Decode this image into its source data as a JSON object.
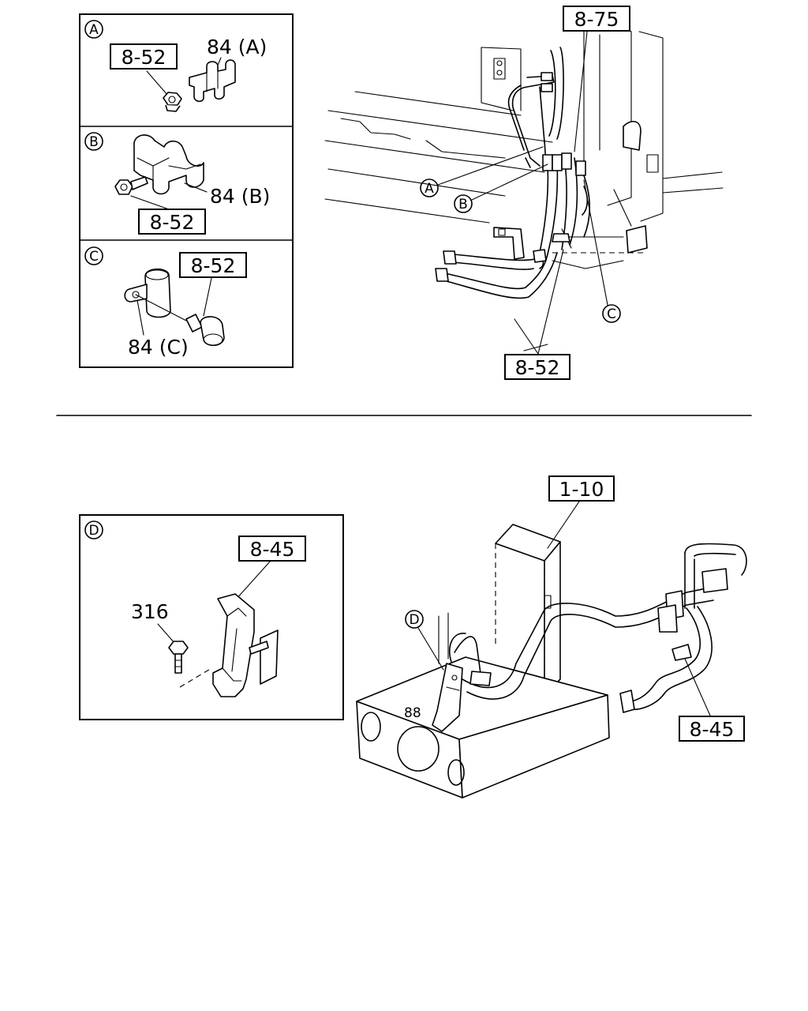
{
  "detail_a": {
    "letter": "A",
    "ref": "8-52",
    "part": "84 (A)"
  },
  "detail_b": {
    "letter": "B",
    "ref": "8-52",
    "part": "84 (B)"
  },
  "detail_c": {
    "letter": "C",
    "ref": "8-52",
    "part": "84 (C)"
  },
  "detail_d": {
    "letter": "D",
    "ref": "8-45",
    "part": "316"
  },
  "top_view": {
    "ref_top": "8-75",
    "ref_bottom": "8-52",
    "callouts": [
      "A",
      "B",
      "C"
    ]
  },
  "bottom_view": {
    "ref_top": "1-10",
    "ref_right": "8-45",
    "callout": "D",
    "frame_mark": "88"
  }
}
